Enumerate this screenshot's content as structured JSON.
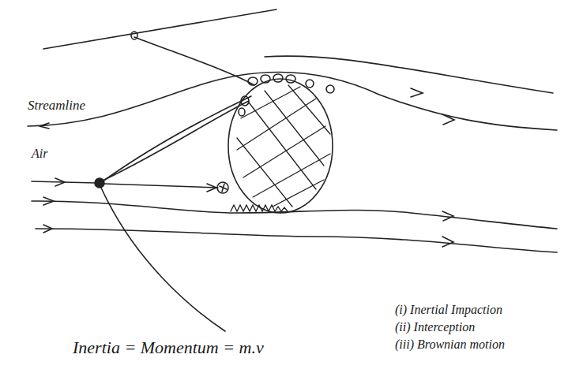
{
  "diagram": {
    "labels": [
      "Streamline",
      "Air",
      "Inertia = Momentum = m.v",
      "(i) Inertial Impaction",
      "(ii) Interception",
      "(iii) Brownian motion"
    ]
  }
}
